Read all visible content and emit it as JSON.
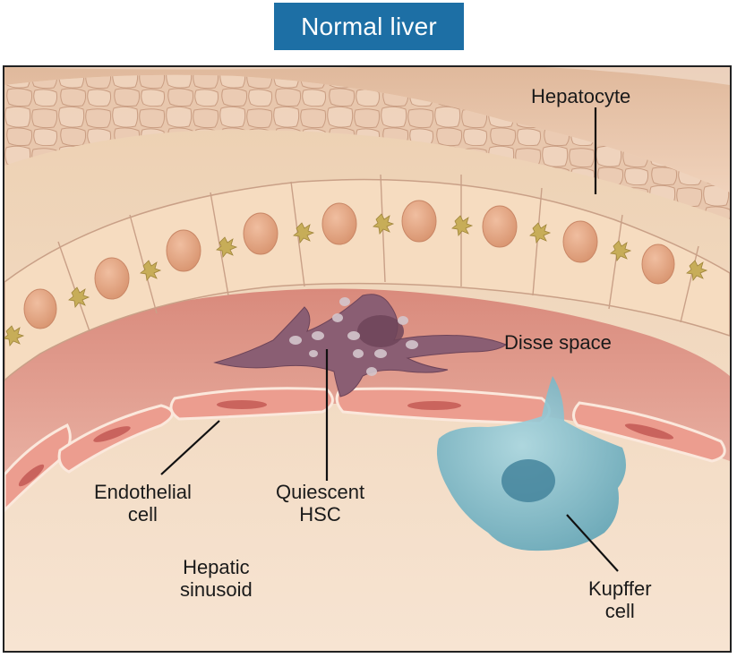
{
  "title": "Normal liver",
  "labels": {
    "hepatocyte": "Hepatocyte",
    "disse_space": "Disse space",
    "endothelial_line1": "Endothelial",
    "endothelial_line2": "cell",
    "quiescent_line1": "Quiescent",
    "quiescent_line2": "HSC",
    "hepatic_line1": "Hepatic",
    "hepatic_line2": "sinusoid",
    "kupffer_line1": "Kupffer",
    "kupffer_line2": "cell"
  },
  "colors": {
    "title_banner": "#1d6fa5",
    "hepatocyte": "#f6dcc0",
    "nucleus": "#e2a783",
    "disse_space": "#e4a293",
    "endothelial": "#ec9d8f",
    "sinusoid": "#f2cfae",
    "stellate_cell": "#8a5e73",
    "kupffer_cell": "#6fb3c4"
  }
}
